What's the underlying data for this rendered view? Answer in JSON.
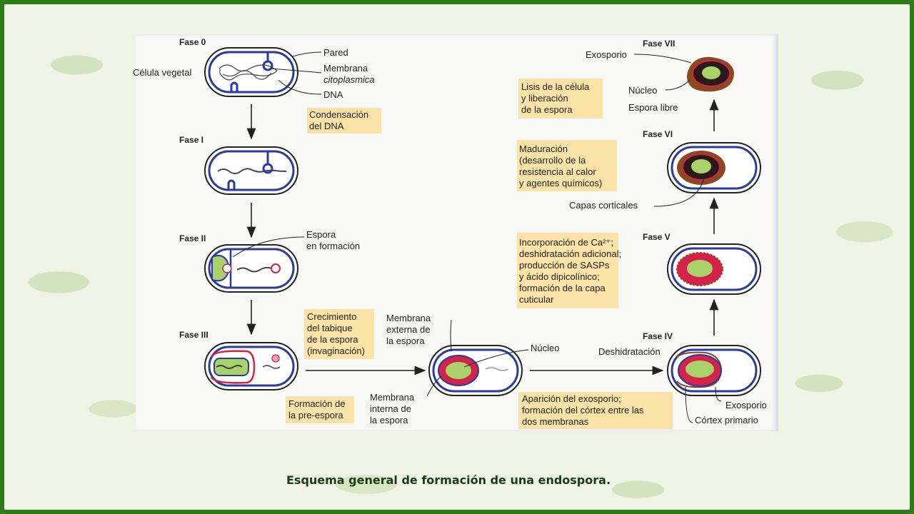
{
  "caption": "Esquema general de formación de una endospora.",
  "phases": {
    "fase0": "Fase 0",
    "fase1": "Fase I",
    "fase2": "Fase II",
    "fase3": "Fase III",
    "fase4": "Fase IV",
    "fase5": "Fase V",
    "fase6": "Fase VI",
    "fase7": "Fase VII"
  },
  "labels": {
    "celula_vegetal": "Célula vegetal",
    "pared": "Pared",
    "membrana": "Membrana",
    "citoplasmica": "citoplasmica",
    "dna": "DNA",
    "espora": "Espora",
    "en_formacion": "en formación",
    "membrana_externa": [
      "Membrana",
      "externa de",
      "la espora"
    ],
    "membrana_interna": [
      "Membrana",
      "interna de",
      "la espora"
    ],
    "nucleo": "Núcleo",
    "deshidratacion": "Deshidratación",
    "exosporio": "Exosporio",
    "cortex_primario": "Córtex primario",
    "capas_corticales": "Capas corticales",
    "exosporio_top": "Exosporio",
    "nucleo_top": "Núcleo",
    "espora_libre": "Espora libre"
  },
  "notes": {
    "condensacion": [
      "Condensación",
      "del DNA"
    ],
    "crecimiento": [
      "Crecimiento",
      "del tabique",
      "de la espora",
      "(invaginación)"
    ],
    "formacion_pre": [
      "Formación de",
      "la pre-espora"
    ],
    "aparicion": [
      "Aparición del exosporio;",
      "formación del córtex entre las",
      "dos membranas"
    ],
    "incorporacion": [
      "Incorporación de Ca²⁺;",
      "deshidratación adicional;",
      "producción de SASPs",
      "y ácido dipicolínico;",
      "formación de la capa",
      "cuticular"
    ],
    "maduracion": [
      "Maduración",
      "(desarrollo de la",
      "resistencia al calor",
      "y agentes químicos)"
    ],
    "lisis": [
      "Lisis de la célula",
      "y liberación",
      "de la espora"
    ]
  },
  "colors": {
    "frame": "#2e7d1a",
    "highlight": "#fbe3a8",
    "membrane": "#2b3aa0",
    "cortex": "#d4224b",
    "core": "#a9d36a",
    "coat": "#8a4a1e"
  }
}
